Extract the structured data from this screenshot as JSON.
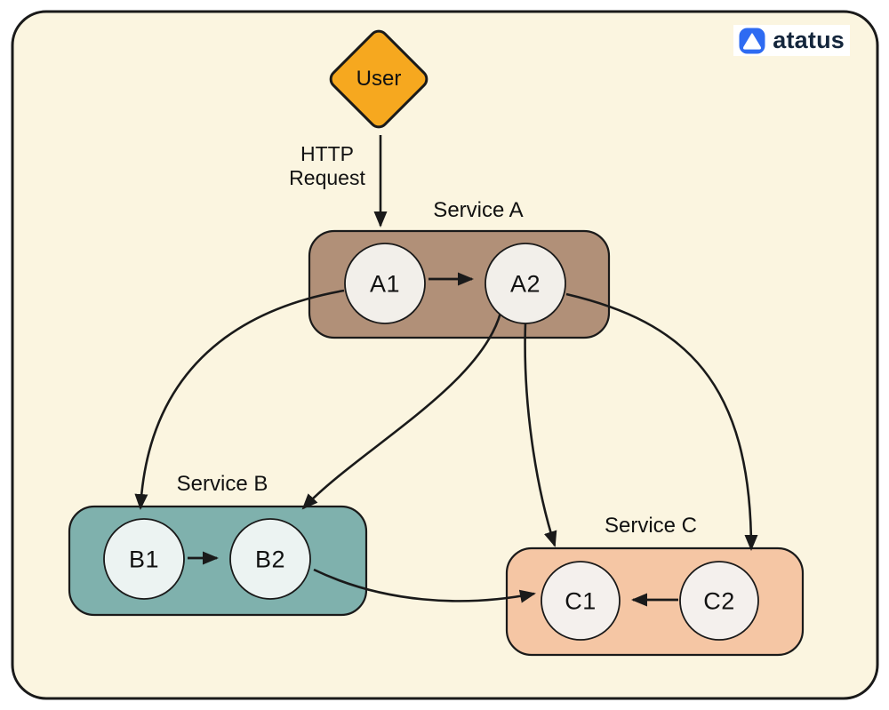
{
  "brand": {
    "label": "atatus",
    "icon": "atatus-triangle-icon"
  },
  "user_node": {
    "label": "User"
  },
  "request_label": {
    "line1": "HTTP",
    "line2": "Request"
  },
  "services": {
    "a": {
      "label": "Service A"
    },
    "b": {
      "label": "Service B"
    },
    "c": {
      "label": "Service C"
    }
  },
  "nodes": {
    "a1": "A1",
    "a2": "A2",
    "b1": "B1",
    "b2": "B2",
    "c1": "C1",
    "c2": "C2"
  },
  "edges": [
    {
      "from": "User",
      "to": "Service A",
      "label": "HTTP Request"
    },
    {
      "from": "A1",
      "to": "A2"
    },
    {
      "from": "A1",
      "to": "B1"
    },
    {
      "from": "A2",
      "to": "B2"
    },
    {
      "from": "A2",
      "to": "C1"
    },
    {
      "from": "A2",
      "to": "C2"
    },
    {
      "from": "B1",
      "to": "B2"
    },
    {
      "from": "B2",
      "to": "C1"
    },
    {
      "from": "C2",
      "to": "C1"
    }
  ],
  "colors": {
    "canvas_bg": "#FBF5E0",
    "frame_border": "#1A1A1A",
    "service_a": "#B19078",
    "service_b": "#7FB1AD",
    "service_c": "#F5C6A4",
    "user_diamond": "#F6A81F",
    "node_fill_a": "#F2EFEA",
    "node_fill_b": "#ECF3F2",
    "node_fill_c": "#F4F0ED",
    "arrow": "#1A1A1A",
    "brand_blue": "#2E6BF2",
    "brand_text": "#14263C"
  }
}
